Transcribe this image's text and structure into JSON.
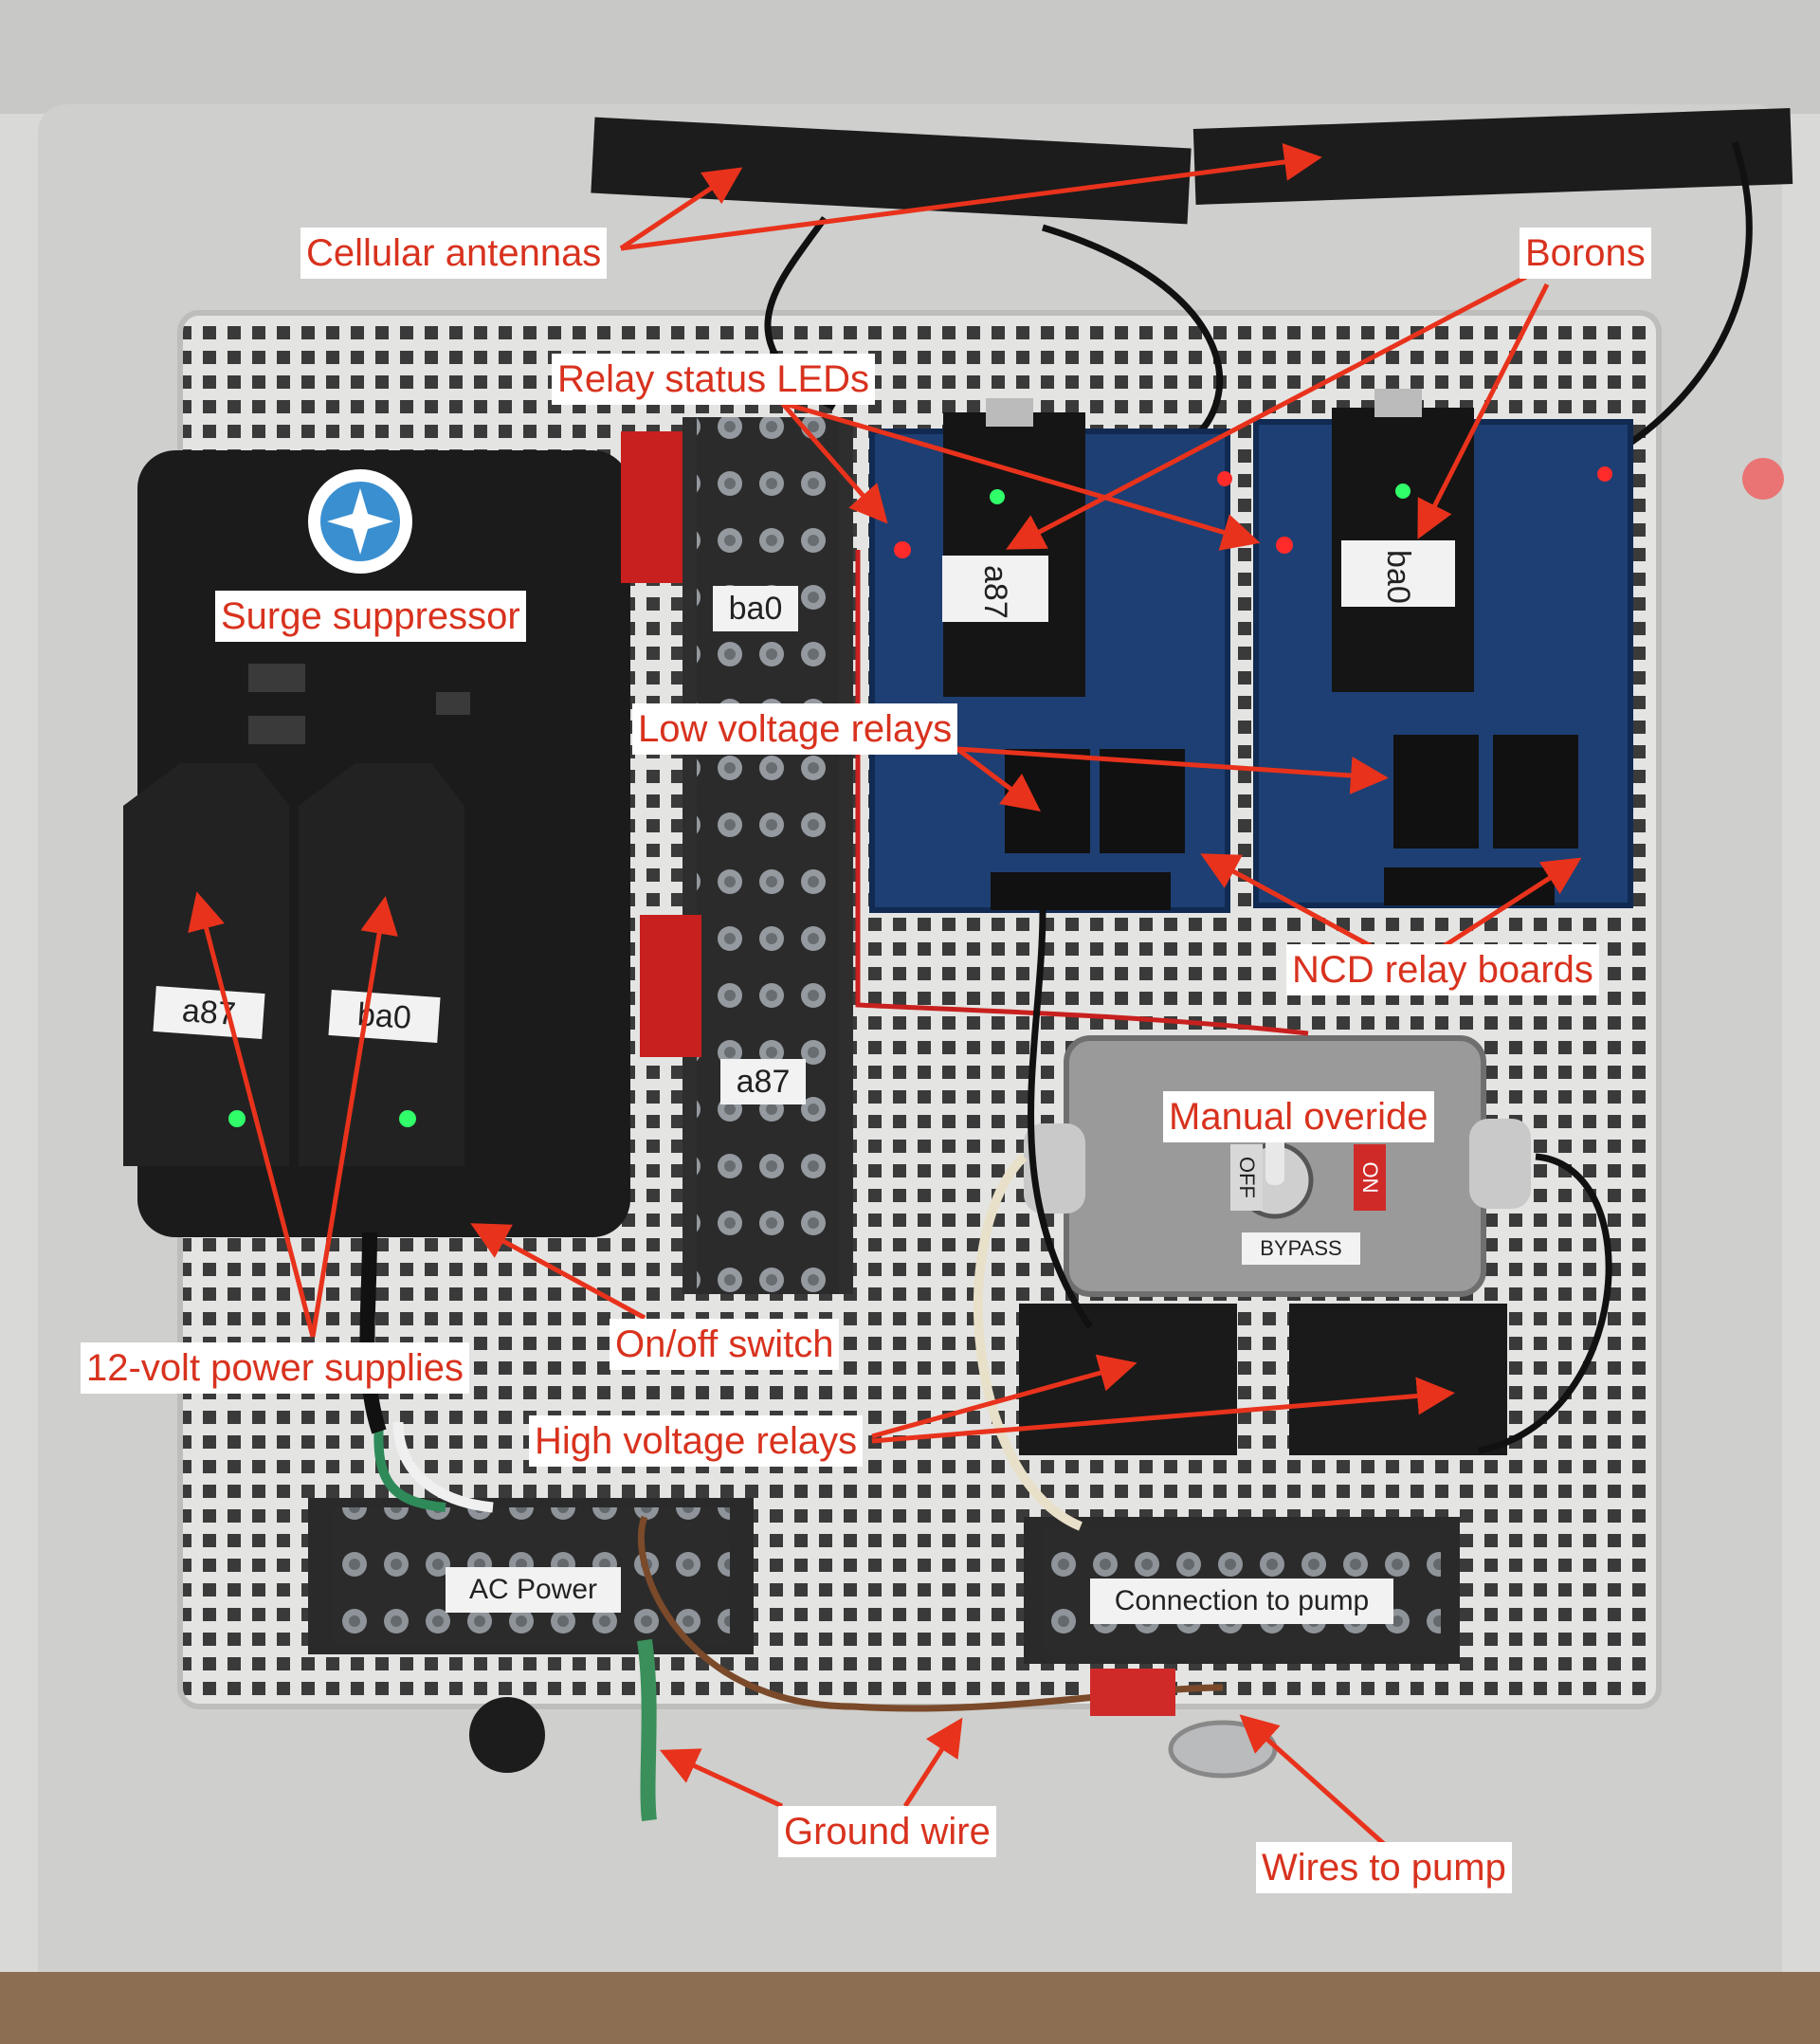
{
  "callouts": {
    "cellular_antennas": "Cellular antennas",
    "borons": "Borons",
    "relay_status_leds": "Relay  status LEDs",
    "surge_suppressor": "Surge suppressor",
    "low_voltage_relays": "Low voltage relays",
    "ncd_relay_boards": "NCD relay boards",
    "manual_override": "Manual overide",
    "on_off_switch": "On/off switch",
    "power_supplies": "12-volt power supplies",
    "high_voltage_relays": "High voltage relays",
    "ground_wire": "Ground wire",
    "wires_to_pump": "Wires to pump"
  },
  "labels": {
    "supply_left": "a87",
    "supply_right": "ba0",
    "terminal_top": "ba0",
    "terminal_bottom": "a87",
    "boron_left": "a87",
    "boron_right": "ba0",
    "bypass": "BYPASS",
    "ac_power": "AC Power",
    "connection_to_pump": "Connection to pump",
    "switch_off": "OFF",
    "switch_on": "ON"
  },
  "colors": {
    "annotation": "#d8321e",
    "enclosure": "#d6d6d4",
    "pegboard": "#dcdcdc",
    "board_blue": "#1e3f73",
    "led_red": "#ff2a2a",
    "led_green": "#30ff6a"
  }
}
